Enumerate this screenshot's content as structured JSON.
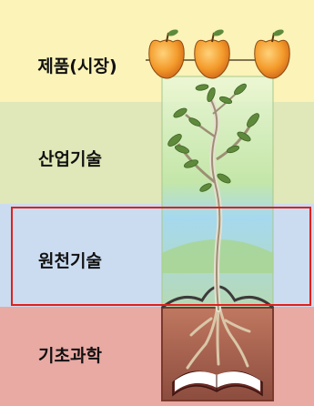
{
  "layers": [
    {
      "id": "product",
      "label": "제품(시장)",
      "color": "#fbf3b8"
    },
    {
      "id": "industrial",
      "label": "산업기술",
      "color": "#e0e7b8"
    },
    {
      "id": "source",
      "label": "원천기술",
      "color": "#ccdcf0"
    },
    {
      "id": "basic",
      "label": "기초과학",
      "color": "#e9aaa4"
    }
  ],
  "highlighted_layer": "원천기술",
  "highlight_color": "#e0201c",
  "icons": [
    "apple-icon",
    "tree-icon",
    "book-icon"
  ]
}
